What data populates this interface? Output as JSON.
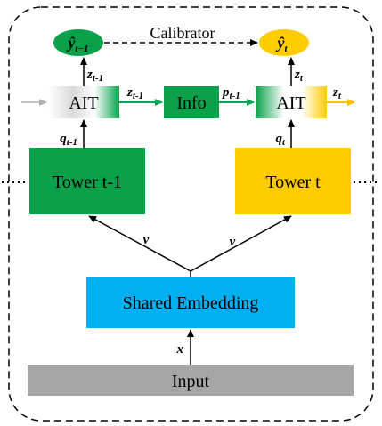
{
  "diagram": {
    "nodes": {
      "input": "Input",
      "shared_embedding": "Shared Embedding",
      "tower_prev": "Tower t-1",
      "tower_curr": "Tower t",
      "ait_prev": "AIT",
      "ait_curr": "AIT",
      "info": "Info",
      "y_prev": {
        "base": "ŷ",
        "sub": "t−1"
      },
      "y_curr": {
        "base": "ŷ",
        "sub": "t"
      }
    },
    "edges": {
      "calibrator": "Calibrator",
      "x": "x",
      "v_left": "v",
      "v_right": "v",
      "q_prev": {
        "base": "q",
        "sub": "t-1"
      },
      "q_curr": {
        "base": "q",
        "sub": "t"
      },
      "z_prev_out": {
        "base": "z",
        "sub": "t-1"
      },
      "z_prev_up": {
        "base": "z",
        "sub": "t-1"
      },
      "p_prev": {
        "base": "p",
        "sub": "t-1"
      },
      "z_curr_up": {
        "base": "z",
        "sub": "t"
      },
      "z_curr_out": {
        "base": "z",
        "sub": "t"
      }
    },
    "colors": {
      "green": "#0aa14a",
      "yellow": "#ffcc00",
      "blue": "#00b0f0",
      "gray": "#a6a6a6",
      "arrow_green": "#00a651",
      "arrow_yellow": "#ffc000"
    }
  }
}
